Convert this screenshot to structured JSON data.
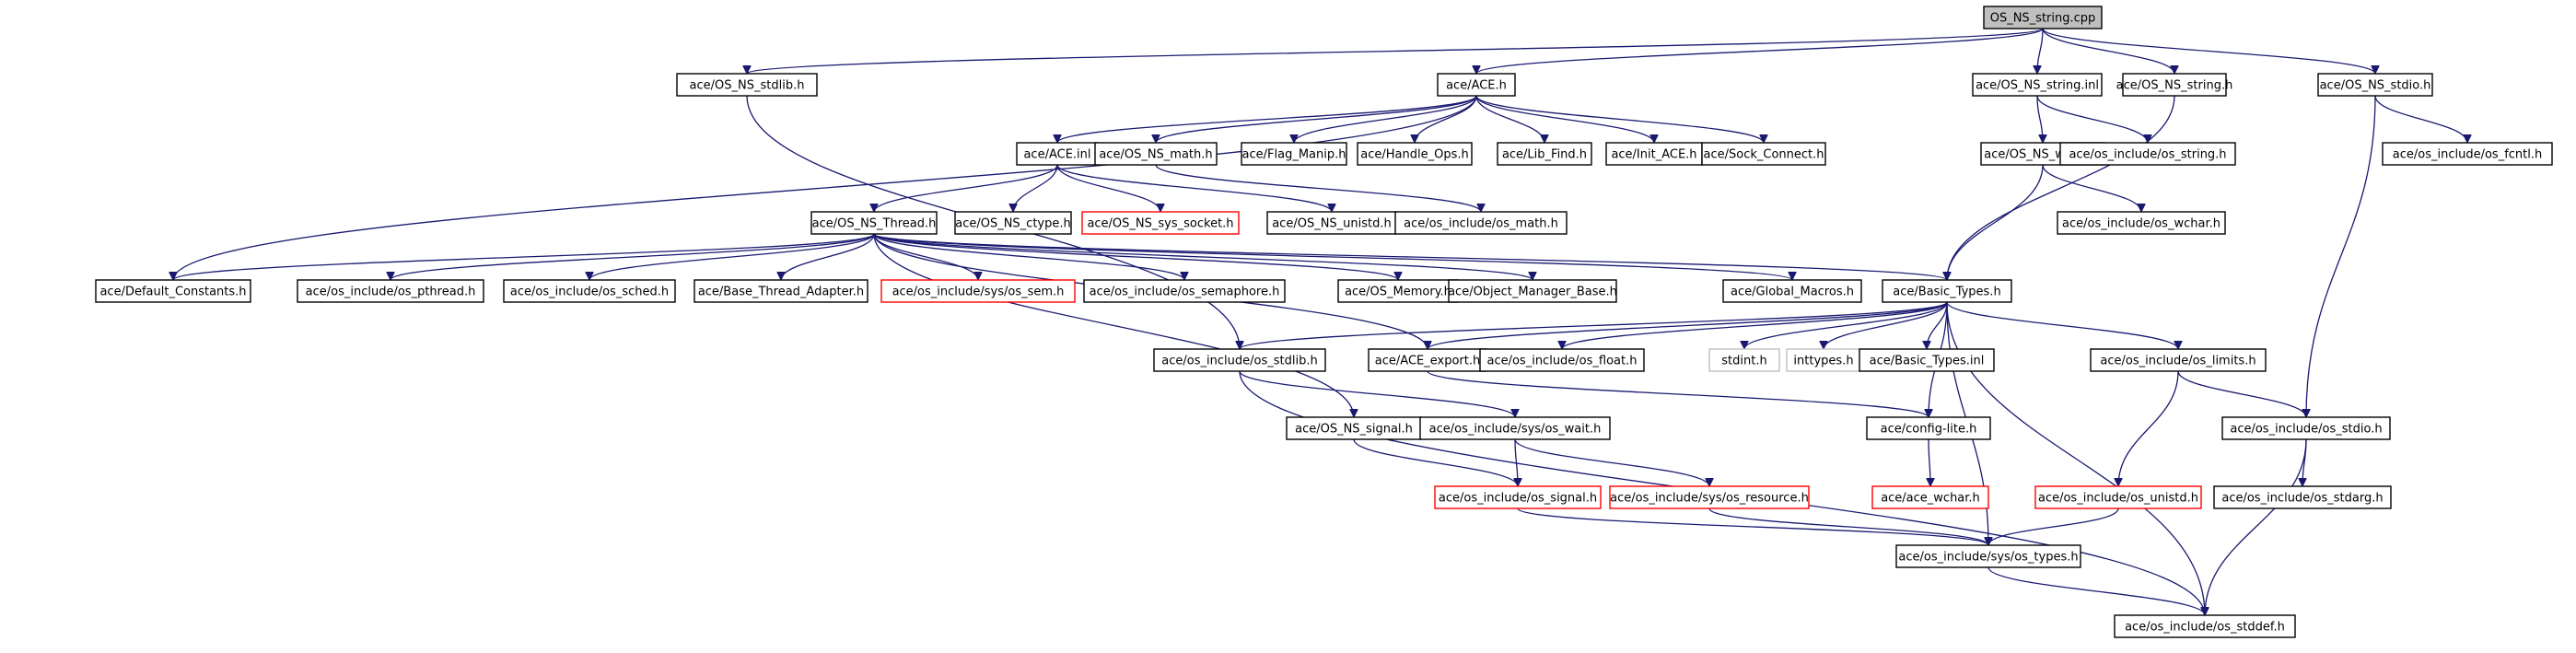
{
  "graph": {
    "nodes": [
      {
        "id": "root",
        "label": "OS_NS_string.cpp",
        "kind": "root"
      },
      {
        "id": "n_stdlib_ns",
        "label": "ace/OS_NS_stdlib.h",
        "kind": "normal"
      },
      {
        "id": "n_ace_h",
        "label": "ace/ACE.h",
        "kind": "normal"
      },
      {
        "id": "n_string_inl",
        "label": "ace/OS_NS_string.inl",
        "kind": "normal"
      },
      {
        "id": "n_string_h",
        "label": "ace/OS_NS_string.h",
        "kind": "normal"
      },
      {
        "id": "n_stdio_ns",
        "label": "ace/OS_NS_stdio.h",
        "kind": "normal"
      },
      {
        "id": "n_ace_inl",
        "label": "ace/ACE.inl",
        "kind": "normal"
      },
      {
        "id": "n_math_ns",
        "label": "ace/OS_NS_math.h",
        "kind": "normal"
      },
      {
        "id": "n_flag",
        "label": "ace/Flag_Manip.h",
        "kind": "normal"
      },
      {
        "id": "n_handle",
        "label": "ace/Handle_Ops.h",
        "kind": "normal"
      },
      {
        "id": "n_libfind",
        "label": "ace/Lib_Find.h",
        "kind": "normal"
      },
      {
        "id": "n_initace",
        "label": "ace/Init_ACE.h",
        "kind": "normal"
      },
      {
        "id": "n_sock",
        "label": "ace/Sock_Connect.h",
        "kind": "normal"
      },
      {
        "id": "n_wchar_ns",
        "label": "ace/OS_NS_wchar.h",
        "kind": "normal"
      },
      {
        "id": "n_os_string",
        "label": "ace/os_include/os_string.h",
        "kind": "normal"
      },
      {
        "id": "n_os_fcntl",
        "label": "ace/os_include/os_fcntl.h",
        "kind": "normal"
      },
      {
        "id": "n_thread",
        "label": "ace/OS_NS_Thread.h",
        "kind": "normal"
      },
      {
        "id": "n_ctype",
        "label": "ace/OS_NS_ctype.h",
        "kind": "normal"
      },
      {
        "id": "n_socket",
        "label": "ace/OS_NS_sys_socket.h",
        "kind": "missing"
      },
      {
        "id": "n_unistd_ns",
        "label": "ace/OS_NS_unistd.h",
        "kind": "normal"
      },
      {
        "id": "n_os_math",
        "label": "ace/os_include/os_math.h",
        "kind": "normal"
      },
      {
        "id": "n_os_wchar",
        "label": "ace/os_include/os_wchar.h",
        "kind": "normal"
      },
      {
        "id": "n_defconst",
        "label": "ace/Default_Constants.h",
        "kind": "normal"
      },
      {
        "id": "n_pthread",
        "label": "ace/os_include/os_pthread.h",
        "kind": "normal"
      },
      {
        "id": "n_sched",
        "label": "ace/os_include/os_sched.h",
        "kind": "normal"
      },
      {
        "id": "n_bta",
        "label": "ace/Base_Thread_Adapter.h",
        "kind": "normal"
      },
      {
        "id": "n_sem",
        "label": "ace/os_include/sys/os_sem.h",
        "kind": "missing"
      },
      {
        "id": "n_semaphore",
        "label": "ace/os_include/os_semaphore.h",
        "kind": "normal"
      },
      {
        "id": "n_memory",
        "label": "ace/OS_Memory.h",
        "kind": "normal"
      },
      {
        "id": "n_omb",
        "label": "ace/Object_Manager_Base.h",
        "kind": "normal"
      },
      {
        "id": "n_gmacros",
        "label": "ace/Global_Macros.h",
        "kind": "normal"
      },
      {
        "id": "n_basic",
        "label": "ace/Basic_Types.h",
        "kind": "normal"
      },
      {
        "id": "n_os_stdlib",
        "label": "ace/os_include/os_stdlib.h",
        "kind": "normal"
      },
      {
        "id": "n_export",
        "label": "ace/ACE_export.h",
        "kind": "normal"
      },
      {
        "id": "n_float",
        "label": "ace/os_include/os_float.h",
        "kind": "normal"
      },
      {
        "id": "n_stdint",
        "label": "stdint.h",
        "kind": "external"
      },
      {
        "id": "n_inttypes",
        "label": "inttypes.h",
        "kind": "external"
      },
      {
        "id": "n_basic_inl",
        "label": "ace/Basic_Types.inl",
        "kind": "normal"
      },
      {
        "id": "n_limits",
        "label": "ace/os_include/os_limits.h",
        "kind": "normal"
      },
      {
        "id": "n_signal_ns",
        "label": "ace/OS_NS_signal.h",
        "kind": "normal"
      },
      {
        "id": "n_wait",
        "label": "ace/os_include/sys/os_wait.h",
        "kind": "normal"
      },
      {
        "id": "n_config",
        "label": "ace/config-lite.h",
        "kind": "normal"
      },
      {
        "id": "n_os_stdio",
        "label": "ace/os_include/os_stdio.h",
        "kind": "normal"
      },
      {
        "id": "n_os_signal",
        "label": "ace/os_include/os_signal.h",
        "kind": "missing"
      },
      {
        "id": "n_resource",
        "label": "ace/os_include/sys/os_resource.h",
        "kind": "missing"
      },
      {
        "id": "n_ace_wchar",
        "label": "ace/ace_wchar.h",
        "kind": "missing"
      },
      {
        "id": "n_os_unistd",
        "label": "ace/os_include/os_unistd.h",
        "kind": "missing"
      },
      {
        "id": "n_stdarg",
        "label": "ace/os_include/os_stdarg.h",
        "kind": "normal"
      },
      {
        "id": "n_types",
        "label": "ace/os_include/sys/os_types.h",
        "kind": "normal"
      },
      {
        "id": "n_stddef",
        "label": "ace/os_include/os_stddef.h",
        "kind": "normal"
      }
    ],
    "edges": [
      [
        "root",
        "n_stdlib_ns"
      ],
      [
        "root",
        "n_ace_h"
      ],
      [
        "root",
        "n_string_inl"
      ],
      [
        "root",
        "n_string_h"
      ],
      [
        "root",
        "n_stdio_ns"
      ],
      [
        "n_stdlib_ns",
        "n_os_stdlib"
      ],
      [
        "n_ace_h",
        "n_ace_inl"
      ],
      [
        "n_ace_h",
        "n_math_ns"
      ],
      [
        "n_ace_h",
        "n_flag"
      ],
      [
        "n_ace_h",
        "n_handle"
      ],
      [
        "n_ace_h",
        "n_libfind"
      ],
      [
        "n_ace_h",
        "n_initace"
      ],
      [
        "n_ace_h",
        "n_sock"
      ],
      [
        "n_ace_h",
        "n_defconst"
      ],
      [
        "n_string_inl",
        "n_wchar_ns"
      ],
      [
        "n_string_inl",
        "n_os_string"
      ],
      [
        "n_string_h",
        "n_basic"
      ],
      [
        "n_stdio_ns",
        "n_os_fcntl"
      ],
      [
        "n_stdio_ns",
        "n_os_stdio"
      ],
      [
        "n_ace_inl",
        "n_thread"
      ],
      [
        "n_ace_inl",
        "n_ctype"
      ],
      [
        "n_ace_inl",
        "n_socket"
      ],
      [
        "n_ace_inl",
        "n_unistd_ns"
      ],
      [
        "n_math_ns",
        "n_os_math"
      ],
      [
        "n_wchar_ns",
        "n_os_wchar"
      ],
      [
        "n_wchar_ns",
        "n_basic"
      ],
      [
        "n_thread",
        "n_defconst"
      ],
      [
        "n_thread",
        "n_pthread"
      ],
      [
        "n_thread",
        "n_sched"
      ],
      [
        "n_thread",
        "n_bta"
      ],
      [
        "n_thread",
        "n_sem"
      ],
      [
        "n_thread",
        "n_semaphore"
      ],
      [
        "n_thread",
        "n_memory"
      ],
      [
        "n_thread",
        "n_omb"
      ],
      [
        "n_thread",
        "n_gmacros"
      ],
      [
        "n_thread",
        "n_basic"
      ],
      [
        "n_thread",
        "n_signal_ns"
      ],
      [
        "n_thread",
        "n_export"
      ],
      [
        "n_basic",
        "n_os_stdlib"
      ],
      [
        "n_basic",
        "n_export"
      ],
      [
        "n_basic",
        "n_float"
      ],
      [
        "n_basic",
        "n_stdint"
      ],
      [
        "n_basic",
        "n_inttypes"
      ],
      [
        "n_basic",
        "n_basic_inl"
      ],
      [
        "n_basic",
        "n_limits"
      ],
      [
        "n_basic",
        "n_config"
      ],
      [
        "n_basic",
        "n_types"
      ],
      [
        "n_basic",
        "n_stddef"
      ],
      [
        "n_os_stdlib",
        "n_wait"
      ],
      [
        "n_os_stdlib",
        "n_stddef"
      ],
      [
        "n_export",
        "n_config"
      ],
      [
        "n_limits",
        "n_os_stdio"
      ],
      [
        "n_limits",
        "n_os_unistd"
      ],
      [
        "n_signal_ns",
        "n_os_signal"
      ],
      [
        "n_wait",
        "n_os_signal"
      ],
      [
        "n_wait",
        "n_resource"
      ],
      [
        "n_config",
        "n_ace_wchar"
      ],
      [
        "n_os_stdio",
        "n_stdarg"
      ],
      [
        "n_os_stdio",
        "n_stddef"
      ],
      [
        "n_os_signal",
        "n_types"
      ],
      [
        "n_resource",
        "n_types"
      ],
      [
        "n_os_unistd",
        "n_types"
      ],
      [
        "n_types",
        "n_stddef"
      ]
    ],
    "colors": {
      "edge": "#191970",
      "missing_border": "#ff0000",
      "external_border": "#bfbfbf",
      "root_fill": "#bfbfbf"
    }
  }
}
